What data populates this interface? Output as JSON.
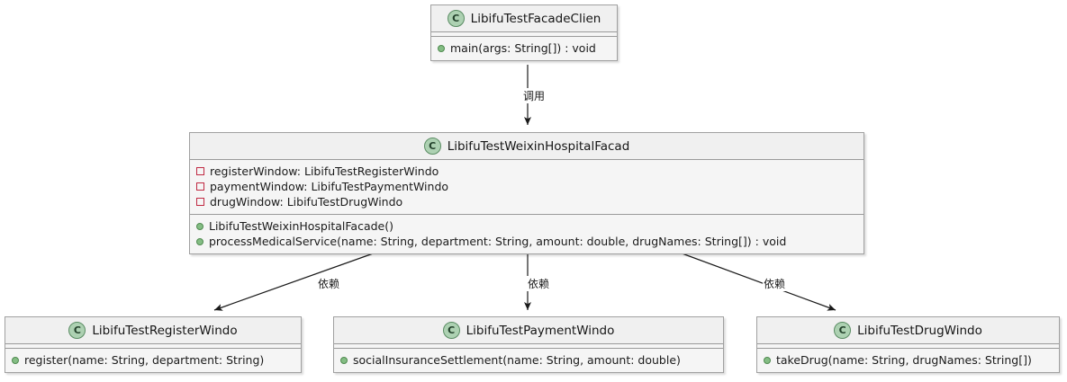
{
  "diagram": {
    "type": "uml-class-diagram",
    "title": "",
    "class_icon_letter": "C",
    "colors": {
      "box_fill": "#f5f5f5",
      "header_fill": "#f0f0f0",
      "border": "#a0a0a0",
      "icon_fill": "#add1b2",
      "public_marker": "#84bd84",
      "private_marker": "#c02942",
      "edge": "#1a1a1a",
      "background": "#ffffff"
    }
  },
  "classes": [
    {
      "id": "client",
      "name": "LibifuTestFacadeClien",
      "fields": [],
      "methods": [
        {
          "visibility": "public",
          "text": "main(args: String[]) : void"
        }
      ]
    },
    {
      "id": "facade",
      "name": "LibifuTestWeixinHospitalFacad",
      "fields": [
        {
          "visibility": "private",
          "text": "registerWindow: LibifuTestRegisterWindo"
        },
        {
          "visibility": "private",
          "text": "paymentWindow: LibifuTestPaymentWindo"
        },
        {
          "visibility": "private",
          "text": "drugWindow: LibifuTestDrugWindo"
        }
      ],
      "methods": [
        {
          "visibility": "public",
          "text": "LibifuTestWeixinHospitalFacade()"
        },
        {
          "visibility": "public",
          "text": "processMedicalService(name: String, department: String, amount: double, drugNames: String[]) : void"
        }
      ]
    },
    {
      "id": "register",
      "name": "LibifuTestRegisterWindo",
      "fields": [],
      "methods": [
        {
          "visibility": "public",
          "text": "register(name: String, department: String)"
        }
      ]
    },
    {
      "id": "payment",
      "name": "LibifuTestPaymentWindo",
      "fields": [],
      "methods": [
        {
          "visibility": "public",
          "text": "socialInsuranceSettlement(name: String, amount: double)"
        }
      ]
    },
    {
      "id": "drug",
      "name": "LibifuTestDrugWindo",
      "fields": [],
      "methods": [
        {
          "visibility": "public",
          "text": "takeDrug(name: String, drugNames: String[])"
        }
      ]
    }
  ],
  "edges": [
    {
      "id": "e1",
      "from": "client",
      "to": "facade",
      "label": "调用"
    },
    {
      "id": "e2",
      "from": "facade",
      "to": "register",
      "label": "依赖"
    },
    {
      "id": "e3",
      "from": "facade",
      "to": "payment",
      "label": "依赖"
    },
    {
      "id": "e4",
      "from": "facade",
      "to": "drug",
      "label": "依赖"
    }
  ]
}
